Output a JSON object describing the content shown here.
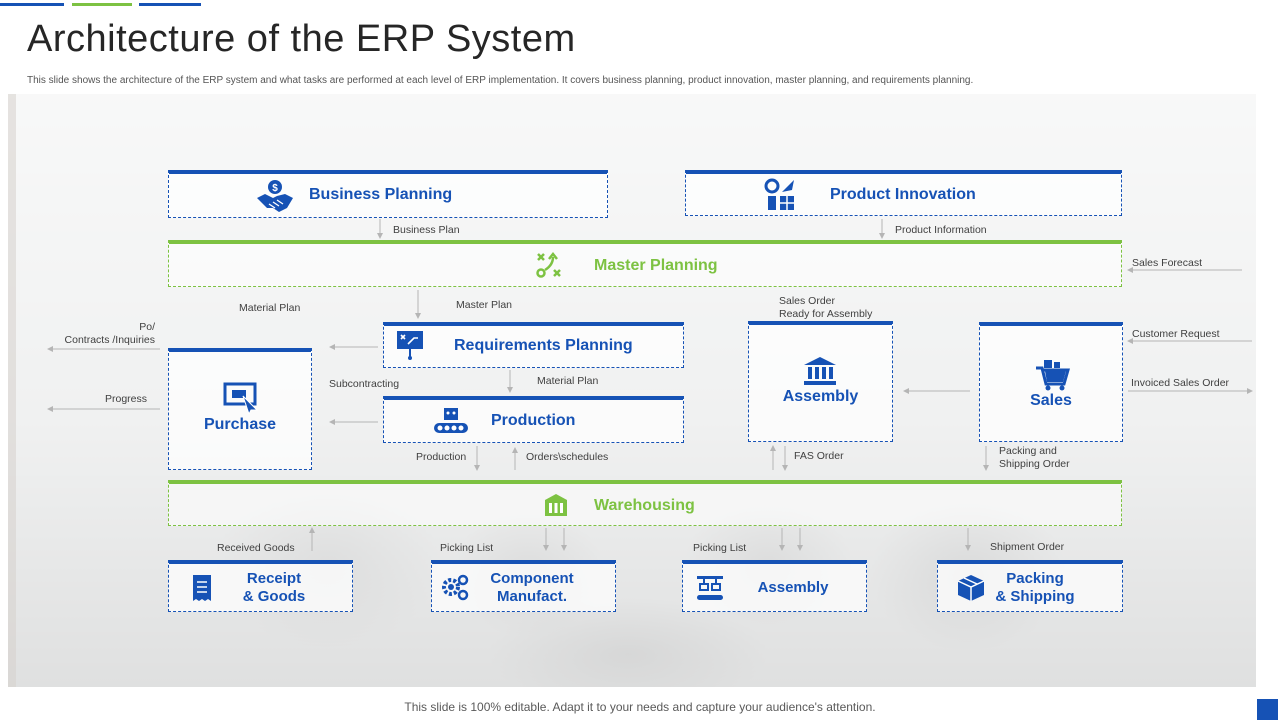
{
  "colors": {
    "blue": "#1652b5",
    "green": "#7dc242",
    "arrow": "#b5b5b5"
  },
  "title": "Architecture of the ERP System",
  "subtitle": "This slide shows the architecture of the ERP system and what tasks are performed at each level of ERP implementation.  It covers business planning, product innovation, master planning, and requirements planning.",
  "boxes": {
    "business_planning": "Business Planning",
    "product_innovation": "Product Innovation",
    "master_planning": "Master Planning",
    "requirements_planning": "Requirements Planning",
    "production": "Production",
    "purchase": "Purchase",
    "assembly_mid": "Assembly",
    "sales": "Sales",
    "warehousing": "Warehousing",
    "receipt_line1": "Receipt",
    "receipt_line2": "& Goods",
    "component_line1": "Component",
    "component_line2": "Manufact.",
    "assembly_bottom": "Assembly",
    "packing_line1": "Packing",
    "packing_line2": "& Shipping"
  },
  "labels": {
    "business_plan": "Business Plan",
    "product_information": "Product Information",
    "sales_forecast": "Sales Forecast",
    "material_plan_left": "Material Plan",
    "master_plan": "Master Plan",
    "sales_order_line1": "Sales Order",
    "sales_order_line2": "Ready for Assembly",
    "po_line1": "Po/",
    "po_line2": "Contracts /Inquiries",
    "customer_request": "Customer Request",
    "subcontracting": "Subcontracting",
    "material_plan_mid": "Material Plan",
    "progress": "Progress",
    "invoiced_sales_order": "Invoiced Sales Order",
    "production_lbl": "Production",
    "orders_schedules": "Orders\\schedules",
    "fas_order": "FAS Order",
    "packing_line1": "Packing and",
    "packing_line2": "Shipping Order",
    "received_goods": "Received Goods",
    "picking_list_1": "Picking List",
    "picking_list_2": "Picking List",
    "shipment_order": "Shipment Order"
  },
  "icons": [
    "handshake-icon",
    "innovation-icon",
    "strategy-icon",
    "presentation-icon",
    "conveyor-icon",
    "online-shopping-icon",
    "bank-icon",
    "shopping-cart-icon",
    "warehouse-icon",
    "receipt-icon",
    "gears-icon",
    "assembly-line-icon",
    "package-icon"
  ],
  "footer": "This slide is 100% editable. Adapt it to your needs and capture your audience's attention."
}
